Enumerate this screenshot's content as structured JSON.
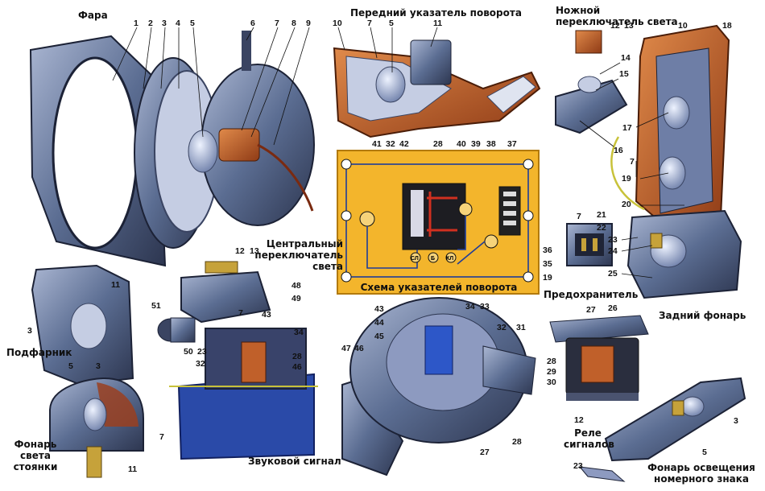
{
  "titles": {
    "headlight": "Фара",
    "front_turn": "Передний указатель поворота",
    "foot_switch": "Ножной переключатель света",
    "central_switch": "Центральный переключатель света",
    "sidelight": "Подфарник",
    "parking_light": "Фонарь света стоянки",
    "horn": "Звуковой сигнал",
    "fuse": "Предохранитель",
    "rear_light": "Задний фонарь",
    "signal_relay": "Реле сигналов",
    "plate_light": "Фонарь освещения номерного знака",
    "scheme": "Схема указателей поворота"
  },
  "headlight_numbers": [
    "1",
    "2",
    "3",
    "4",
    "5",
    "6",
    "7",
    "8",
    "9"
  ],
  "front_turn_numbers": [
    "10",
    "7",
    "5",
    "11"
  ],
  "foot_switch_numbers": [
    "12",
    "13",
    "14",
    "15",
    "16"
  ],
  "rear_light_numbers": [
    "10",
    "18",
    "17",
    "7",
    "19",
    "20",
    "23",
    "24",
    "25"
  ],
  "central_switch_numbers": [
    "12",
    "13",
    "48",
    "49",
    "51",
    "7",
    "50",
    "23"
  ],
  "sidelight_numbers": [
    "11",
    "3",
    "5"
  ],
  "parking_light_numbers": [
    "3",
    "7",
    "11"
  ],
  "horn_numbers": [
    "43",
    "34",
    "32",
    "28",
    "46"
  ],
  "signal_horn_numbers": [
    "43",
    "44",
    "45",
    "47",
    "46",
    "34",
    "33",
    "32",
    "31",
    "28",
    "27"
  ],
  "fuse_numbers": [
    "7",
    "21",
    "22",
    "36",
    "35",
    "19"
  ],
  "relay_numbers": [
    "27",
    "26",
    "28",
    "29",
    "30",
    "12"
  ],
  "plate_numbers": [
    "3",
    "5",
    "23"
  ],
  "scheme_numbers": [
    "41",
    "32",
    "42",
    "28",
    "40",
    "39",
    "38",
    "37"
  ],
  "scheme_terminals": [
    "СЛ",
    "Б",
    "КЛ"
  ],
  "colors": {
    "scheme_bg": "#f3b52c",
    "copper": "#c0602a",
    "metal": "#5b6d92",
    "dark": "#2d3140"
  }
}
